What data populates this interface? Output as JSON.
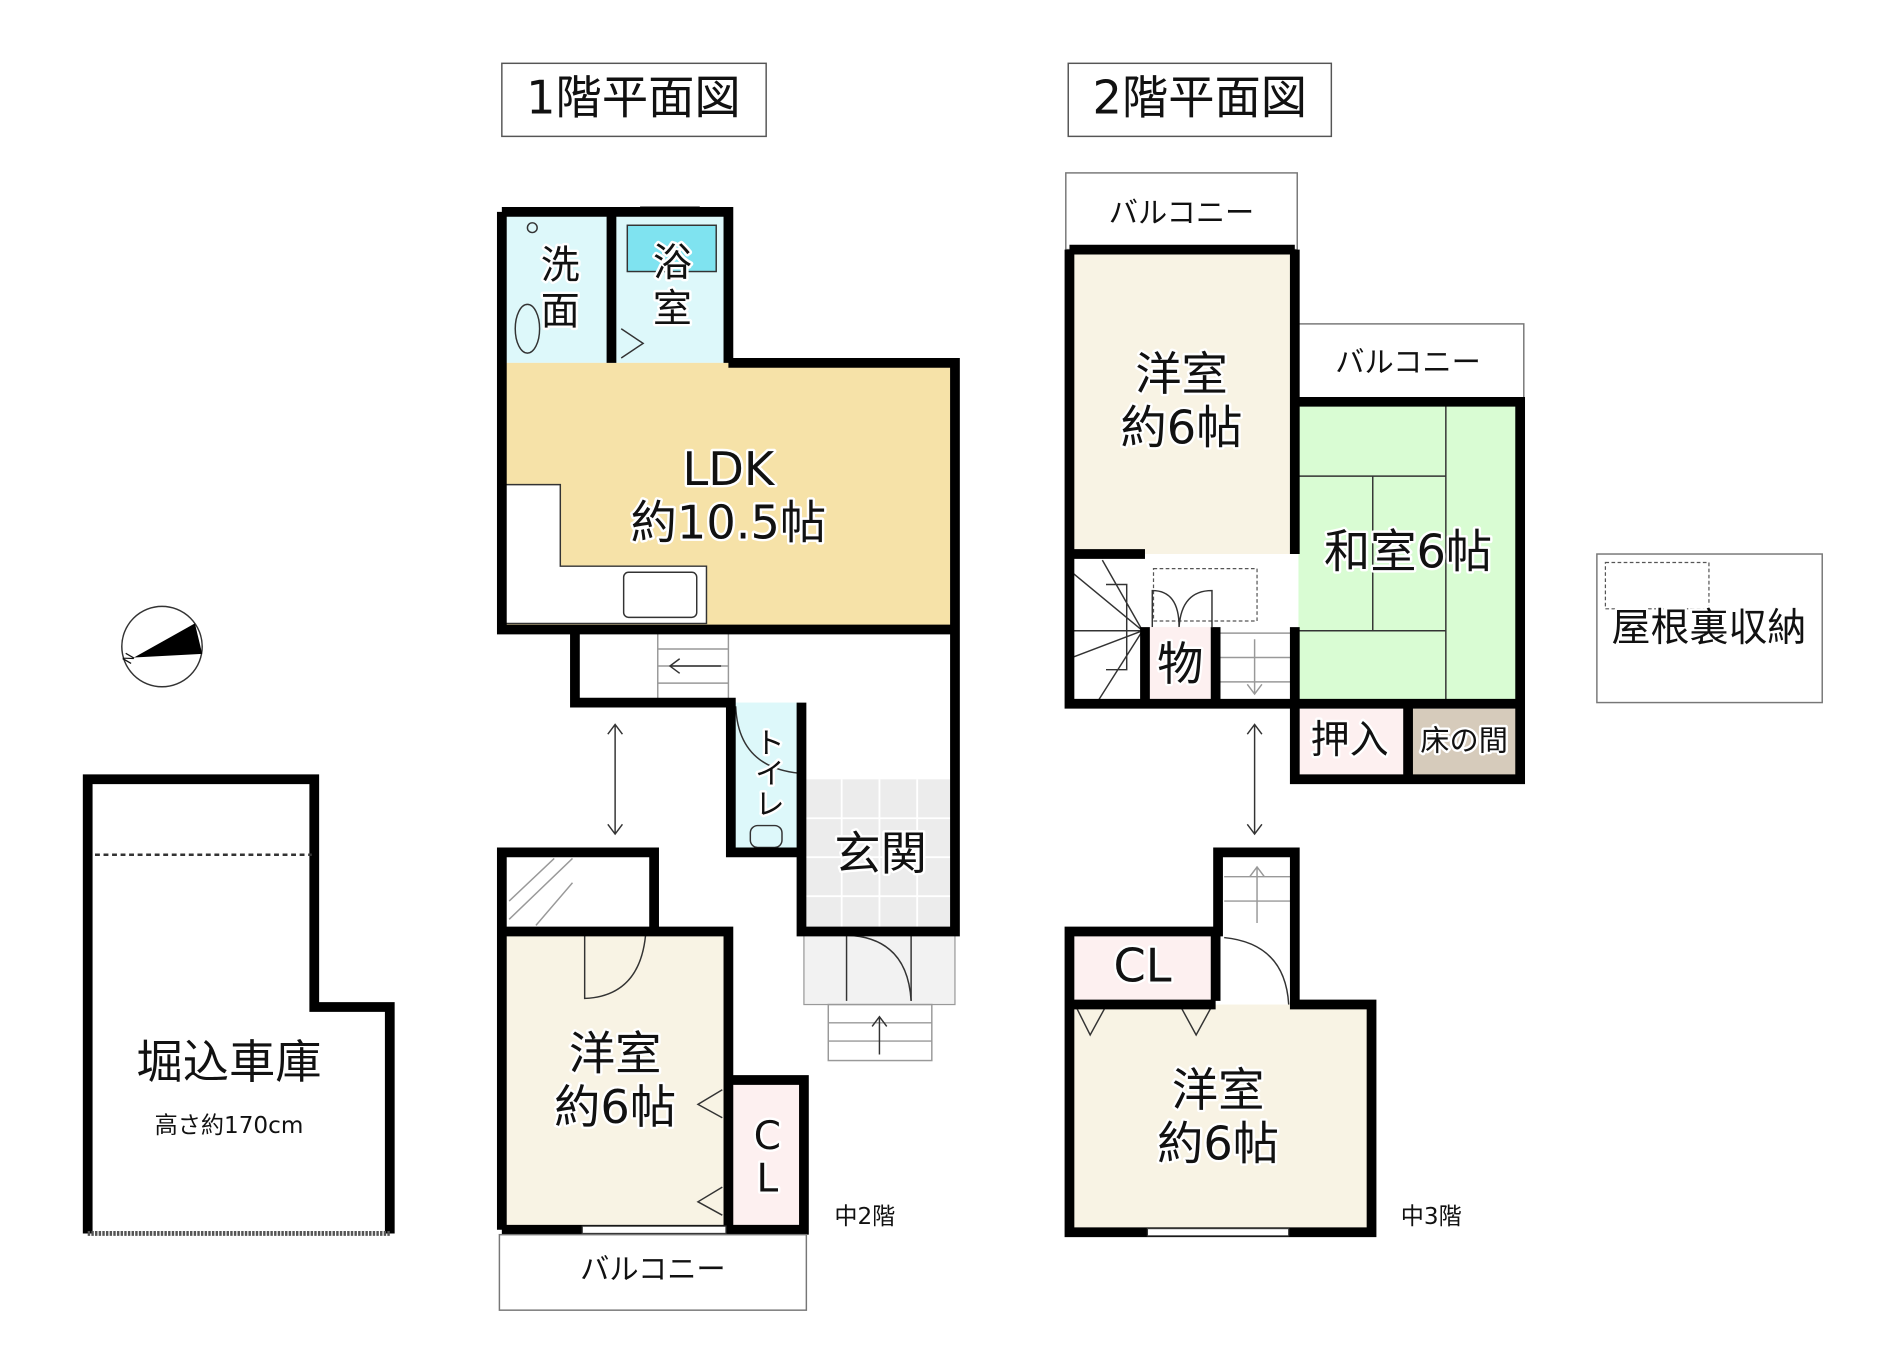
{
  "titles": {
    "floor1": "1階平面図",
    "floor2": "2階平面図"
  },
  "floor1": {
    "wash": [
      "洗",
      "面"
    ],
    "bath": [
      "浴",
      "室"
    ],
    "ldk": {
      "name": "LDK",
      "size": "約10.5帖"
    },
    "toilet": [
      "ト",
      "イ",
      "レ"
    ],
    "entrance": "玄関",
    "western": {
      "name": "洋室",
      "size": "約6帖"
    },
    "closet": [
      "C",
      "L"
    ],
    "balcony": "バルコニー",
    "mezzanine": "中2階"
  },
  "garage": {
    "name": "堀込車庫",
    "note": "高さ約170cm"
  },
  "floor2": {
    "balcony_top": "バルコニー",
    "western_top": {
      "name": "洋室",
      "size": "約6帖"
    },
    "balcony_right": "バルコニー",
    "japanese": "和室6帖",
    "storage": "物",
    "oshiire": "押入",
    "tokonoma": "床の間",
    "attic": "屋根裏収納",
    "closet": "CL",
    "western_bottom": {
      "name": "洋室",
      "size": "約6帖"
    },
    "mezzanine": "中3階"
  },
  "colors": {
    "ldk": "#f6e2a8",
    "western": "#f8f3e4",
    "wet": "#ddf8fa",
    "japanese": "#d9fcd3",
    "closet": "#fdf0f0",
    "tokonoma": "#d6cbbb",
    "entrance": "#ececec"
  }
}
